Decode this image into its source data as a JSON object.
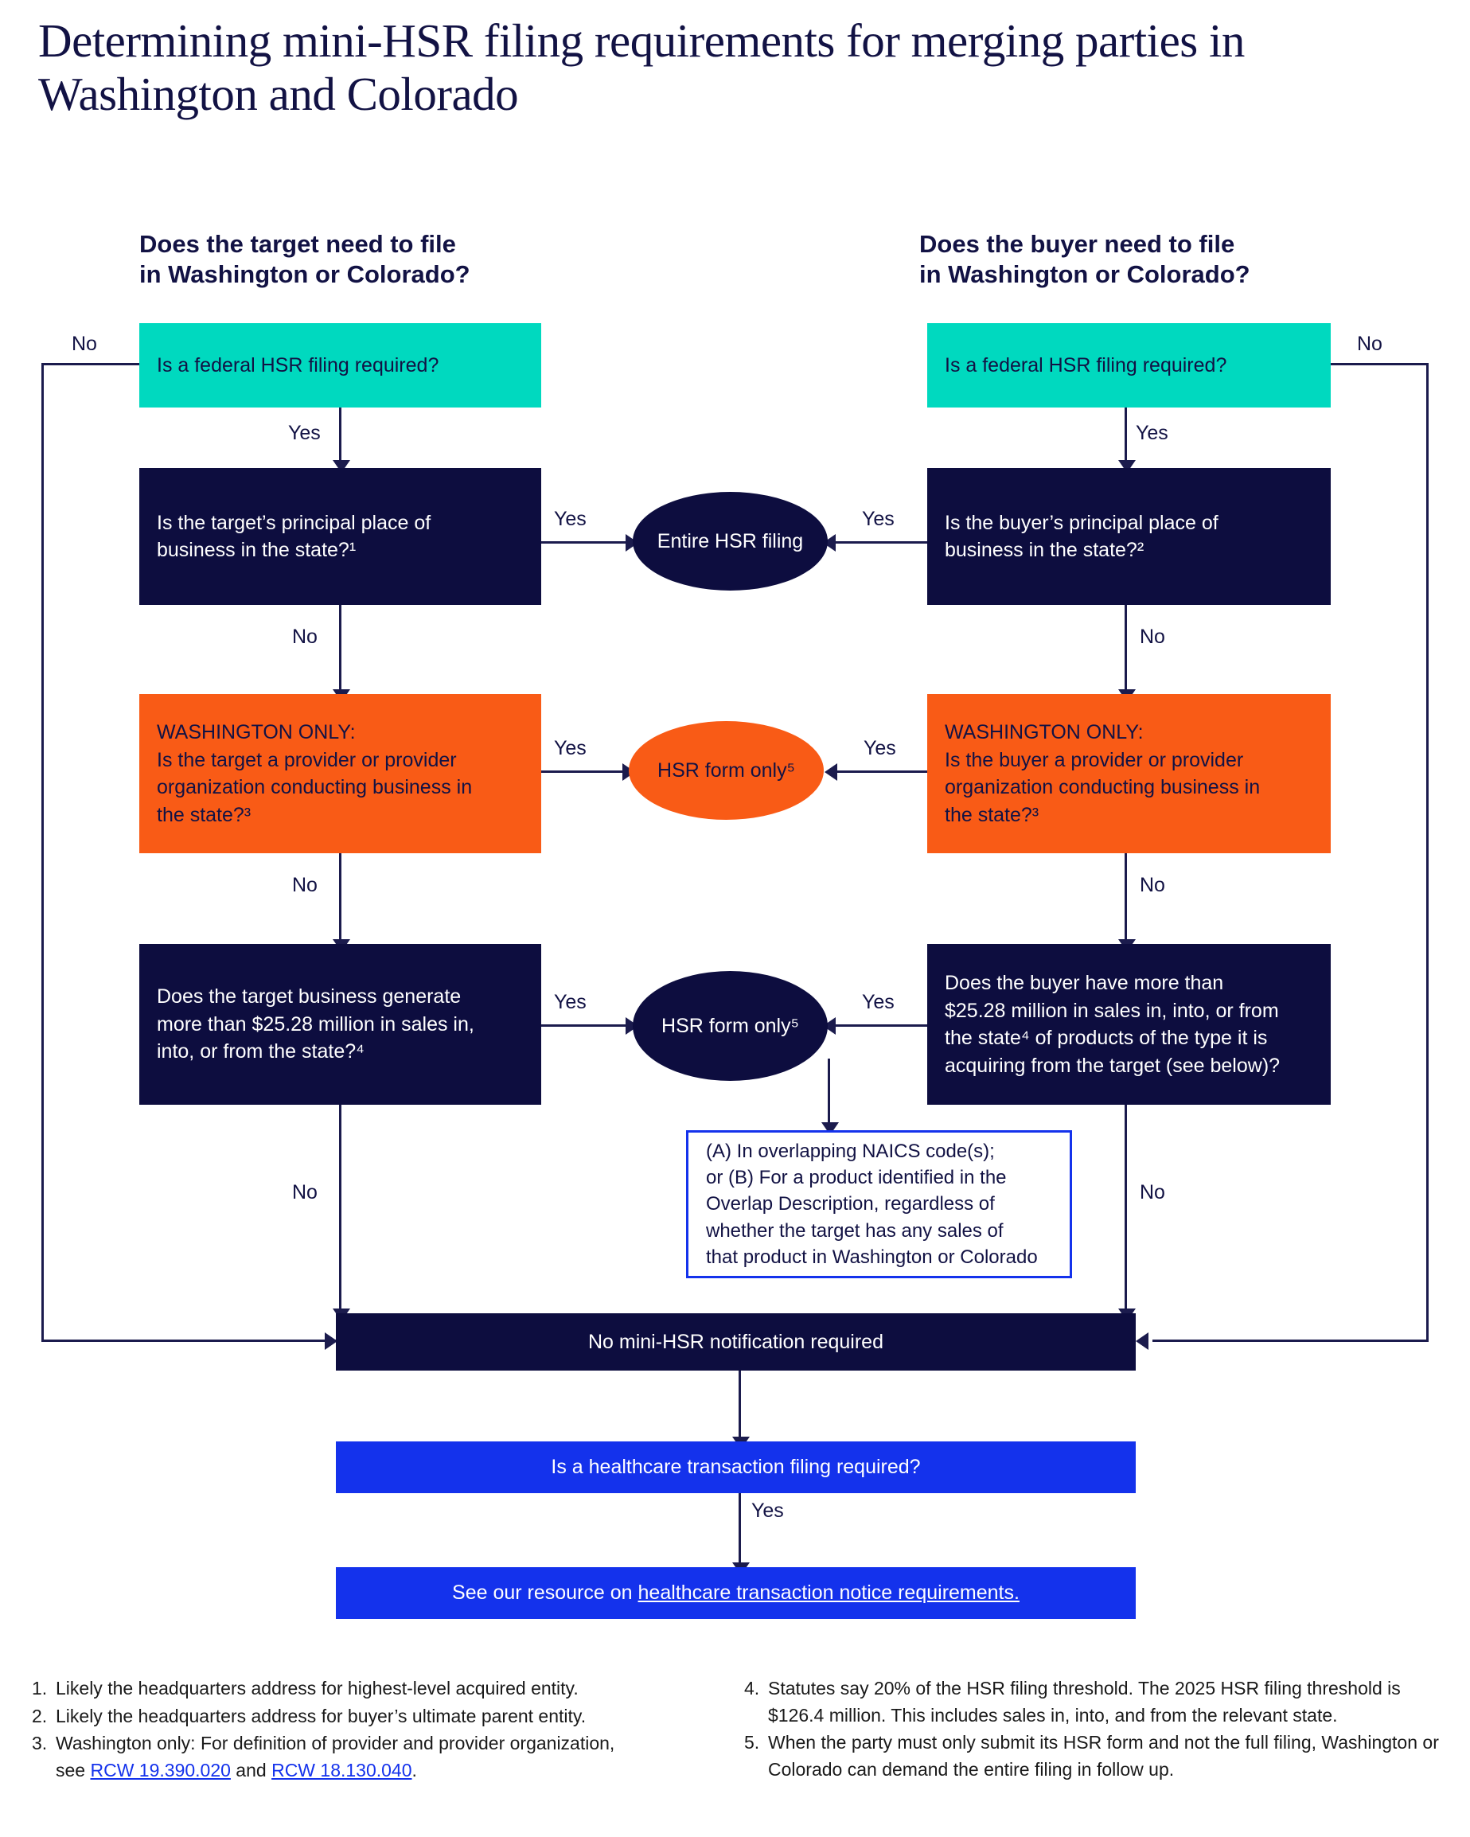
{
  "title": "Determining mini-HSR filing requirements for merging parties in Washington and Colorado",
  "columns": {
    "left_header": "Does the target need to file\nin Washington or Colorado?",
    "right_header": "Does the buyer need to file\nin Washington or Colorado?"
  },
  "nodes": {
    "left_federal": "Is a federal HSR filing required?",
    "right_federal": "Is a federal HSR filing required?",
    "left_ppb": "Is the target’s principal place of\nbusiness in the state?¹",
    "right_ppb": "Is the buyer’s principal place of\nbusiness in the state?²",
    "entire_hsr": "Entire HSR filing",
    "left_wa_only": "WASHINGTON ONLY:\nIs the target a provider or provider\norganization conducting business in\nthe state?³",
    "right_wa_only": "WASHINGTON ONLY:\nIs the buyer a provider or provider\norganization conducting business in\nthe state?³",
    "hsr_form_only_top": "HSR form only⁵",
    "hsr_form_only_bottom": "HSR form only⁵",
    "left_sales": "Does the target business generate\nmore than $25.28 million in sales in,\ninto, or from the state?⁴",
    "right_sales": "Does the buyer have more than\n$25.28 million in sales in, into, or from\nthe state⁴ of products of the type it is\nacquiring from the target (see below)?",
    "overlap_note": "(A) In overlapping NAICS code(s);\nor (B) For a product identified in the\nOverlap Description, regardless of\nwhether the target has any sales of\nthat product in Washington or Colorado",
    "no_notification": "No mini-HSR notification required",
    "healthcare_q": "Is a healthcare transaction filing required?",
    "resource_prefix": "See our resource on ",
    "resource_link": "healthcare transaction notice requirements."
  },
  "edge_labels": {
    "left_federal_no": "No",
    "left_federal_yes": "Yes",
    "right_federal_no": "No",
    "right_federal_yes": "Yes",
    "left_ppb_yes": "Yes",
    "left_ppb_no": "No",
    "right_ppb_yes": "Yes",
    "right_ppb_no": "No",
    "left_wa_yes": "Yes",
    "left_wa_no": "No",
    "right_wa_yes": "Yes",
    "right_wa_no": "No",
    "left_sales_yes": "Yes",
    "left_sales_no": "No",
    "right_sales_yes": "Yes",
    "right_sales_no": "No",
    "healthcare_yes": "Yes"
  },
  "footnotes": {
    "left": [
      {
        "num": "1.",
        "text": "Likely the headquarters address for highest-level acquired entity."
      },
      {
        "num": "2.",
        "text": "Likely the headquarters address for buyer’s ultimate parent entity."
      }
    ],
    "fn3": {
      "num": "3.",
      "line1": "Washington only: For definition of provider and provider organization,",
      "see": "see ",
      "link1": "RCW 19.390.020",
      "and": " and ",
      "link2": "RCW 18.130.040",
      "period": "."
    },
    "right": [
      {
        "num": "4.",
        "text": "Statutes say 20% of the HSR filing threshold. The 2025 HSR filing threshold is $126.4 million. This includes sales in, into, and from the relevant state."
      },
      {
        "num": "5.",
        "text": "When the party must only submit its HSR form and not the full filing, Washington or Colorado can demand the entire filing in follow up."
      }
    ]
  },
  "colors": {
    "navy": "#0d0d3f",
    "teal": "#00d9bf",
    "orange": "#f95b16",
    "blue": "#1432ec",
    "line": "#1b1b4d",
    "background": "#ffffff"
  }
}
